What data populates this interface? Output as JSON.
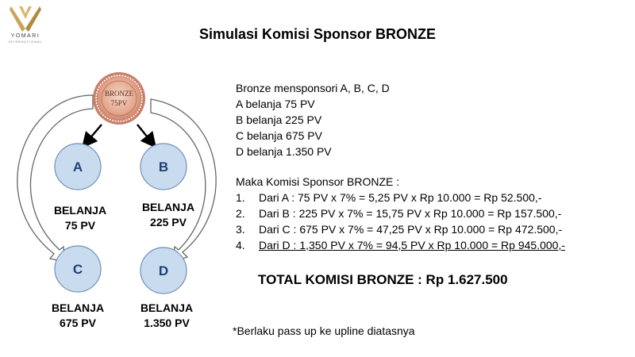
{
  "logo": {
    "name": "YOMARI",
    "subtitle": "INTERNATIONAL",
    "color": "#c9a55c"
  },
  "title": "Simulasi Komisi Sponsor BRONZE",
  "sponsor": {
    "label_line1": "BRONZE",
    "label_line2": "75PV",
    "color": "#d8957a"
  },
  "nodes": [
    {
      "letter": "A",
      "caption_line1": "BELANJA",
      "caption_line2": "75 PV"
    },
    {
      "letter": "B",
      "caption_line1": "BELANJA",
      "caption_line2": "225 PV"
    },
    {
      "letter": "C",
      "caption_line1": "BELANJA",
      "caption_line2": "675 PV"
    },
    {
      "letter": "D",
      "caption_line1": "BELANJA",
      "caption_line2": "1.350 PV"
    }
  ],
  "node_color": "#c9dcef",
  "node_border": "#6f8fb8",
  "info": {
    "lines": [
      "Bronze mensponsori A, B, C, D",
      "A belanja 75 PV",
      "B belanja 225 PV",
      "C belanja 675 PV",
      "D belanja 1.350 PV"
    ],
    "calc_heading": "Maka Komisi Sponsor BRONZE :",
    "calc_items": [
      {
        "num": "1.",
        "text": "Dari A : 75 PV x 7% = 5,25 PV x Rp 10.000 = Rp 52.500,-"
      },
      {
        "num": "2.",
        "text": "Dari B : 225 PV x 7% = 15,75 PV x Rp 10.000 = Rp 157.500,-"
      },
      {
        "num": "3.",
        "text": "Dari C : 675 PV x 7% = 47,25 PV x Rp 10.000 = Rp 472.500,-"
      },
      {
        "num": "4.",
        "text": "Dari D : 1,350 PV x 7% = 94,5 PV x Rp 10.000 = Rp 945.000,-"
      }
    ]
  },
  "total": "TOTAL KOMISI BRONZE : Rp 1.627.500",
  "note": "*Berlaku pass up ke upline diatasnya"
}
